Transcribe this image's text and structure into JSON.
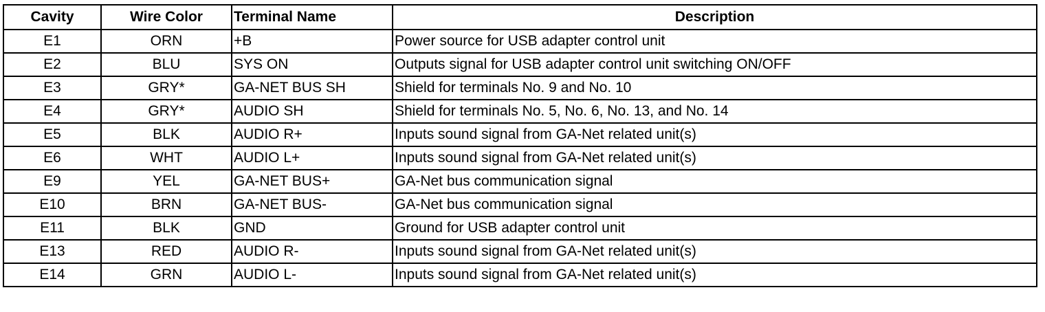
{
  "table": {
    "headers": {
      "cavity": "Cavity",
      "wire_color": "Wire Color",
      "terminal_name": "Terminal Name",
      "description": "Description"
    },
    "rows": [
      {
        "cavity": "E1",
        "wire_color": "ORN",
        "terminal_name": "+B",
        "description": "Power source for USB adapter control unit"
      },
      {
        "cavity": "E2",
        "wire_color": "BLU",
        "terminal_name": "SYS ON",
        "description": "Outputs signal for USB adapter control unit switching ON/OFF"
      },
      {
        "cavity": "E3",
        "wire_color": "GRY*",
        "terminal_name": "GA-NET BUS SH",
        "description": "Shield for terminals No. 9 and No. 10"
      },
      {
        "cavity": "E4",
        "wire_color": "GRY*",
        "terminal_name": "AUDIO SH",
        "description": "Shield for terminals No. 5, No. 6, No. 13, and No. 14"
      },
      {
        "cavity": "E5",
        "wire_color": "BLK",
        "terminal_name": "AUDIO R+",
        "description": "Inputs sound signal from GA-Net related unit(s)"
      },
      {
        "cavity": "E6",
        "wire_color": "WHT",
        "terminal_name": "AUDIO L+",
        "description": "Inputs sound signal from GA-Net related unit(s)"
      },
      {
        "cavity": "E9",
        "wire_color": "YEL",
        "terminal_name": "GA-NET BUS+",
        "description": "GA-Net bus communication signal"
      },
      {
        "cavity": "E10",
        "wire_color": "BRN",
        "terminal_name": "GA-NET BUS-",
        "description": "GA-Net bus communication signal"
      },
      {
        "cavity": "E11",
        "wire_color": "BLK",
        "terminal_name": "GND",
        "description": "Ground for USB adapter control unit"
      },
      {
        "cavity": "E13",
        "wire_color": "RED",
        "terminal_name": "AUDIO R-",
        "description": "Inputs sound signal from GA-Net related unit(s)"
      },
      {
        "cavity": "E14",
        "wire_color": "GRN",
        "terminal_name": "AUDIO L-",
        "description": "Inputs sound signal from GA-Net related unit(s)"
      }
    ]
  }
}
